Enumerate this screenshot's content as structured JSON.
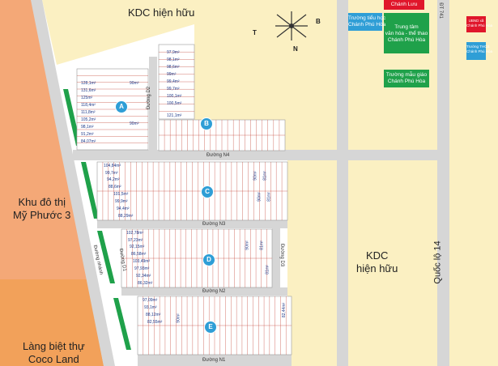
{
  "zones": {
    "kdc_top": "KDC hiện hữu",
    "kdc_right": "KDC\nhiện hữu",
    "khu_do_thi": "Khu đô thị\nMỹ Phước 3",
    "lang_biet_thu": "Làng biệt thự\nCoco Land"
  },
  "facilities": {
    "truong_tieu_hoc": "Trường tiểu học\nChánh Phú Hòa",
    "chanh_luu": "Chánh Lưu",
    "trung_tam": "Trung tâm\nvăn hóa - thể thao\nChánh Phú Hòa",
    "truong_mau_giao": "Trường mẫu giáo\nChánh Phú Hòa",
    "ubnd": "UBND xã\nChánh Phú Hòa",
    "truong_thcs": "Trường THCS\nChánh Phú Hòa"
  },
  "roads": {
    "duong_d2": "Đường D2",
    "duong_n4": "Đường N4",
    "duong_n3": "Đường N3",
    "duong_n2": "Đường N2",
    "duong_n1": "Đường N1",
    "duong_d1": "Đường D1",
    "duong_d3": "Đường D3",
    "duong_nhanh": "Đường nhánh",
    "quoc_lo_14": "Quốc lộ 14",
    "dt_741": "ĐT 741"
  },
  "blocks": [
    "A",
    "B",
    "C",
    "D",
    "E"
  ],
  "compass": {
    "n": "N",
    "t": "T",
    "b": "B"
  },
  "lot_areas": {
    "a": [
      "97,9m²",
      "98,1m²",
      "98,6m²",
      "99m²",
      "99,4m²",
      "99,7m²",
      "100,1m²",
      "100,5m²",
      "121,1m²",
      "128,1m²",
      "131,6m²",
      "125m²",
      "118,4m²",
      "111,8m²",
      "105,2m²",
      "98,1m²",
      "91,2m²",
      "84,07m²",
      "90m²",
      "90m²"
    ],
    "c": [
      "104,84m²",
      "99,7m²",
      "94,2m²",
      "88,6m²",
      "101,5m²",
      "99,9m²",
      "94,4m²",
      "88,29m²",
      "90m²",
      "90m²",
      "81m²",
      "81m²"
    ],
    "d": [
      "102,78m²",
      "97,23m²",
      "92,15m²",
      "86,58m²",
      "103,49m²",
      "97,93m²",
      "92,34m²",
      "86,32m²",
      "90m²",
      "81m²",
      "81m²"
    ],
    "e": [
      "97,09m²",
      "93,1m²",
      "88,12m²",
      "82,55m²",
      "90m²",
      "82,44m²"
    ]
  },
  "colors": {
    "orange": "#f4a877",
    "yellow": "#fbf0c2",
    "green": "#1fa14a",
    "red": "#e0162b",
    "blue": "#2f9ed6"
  }
}
